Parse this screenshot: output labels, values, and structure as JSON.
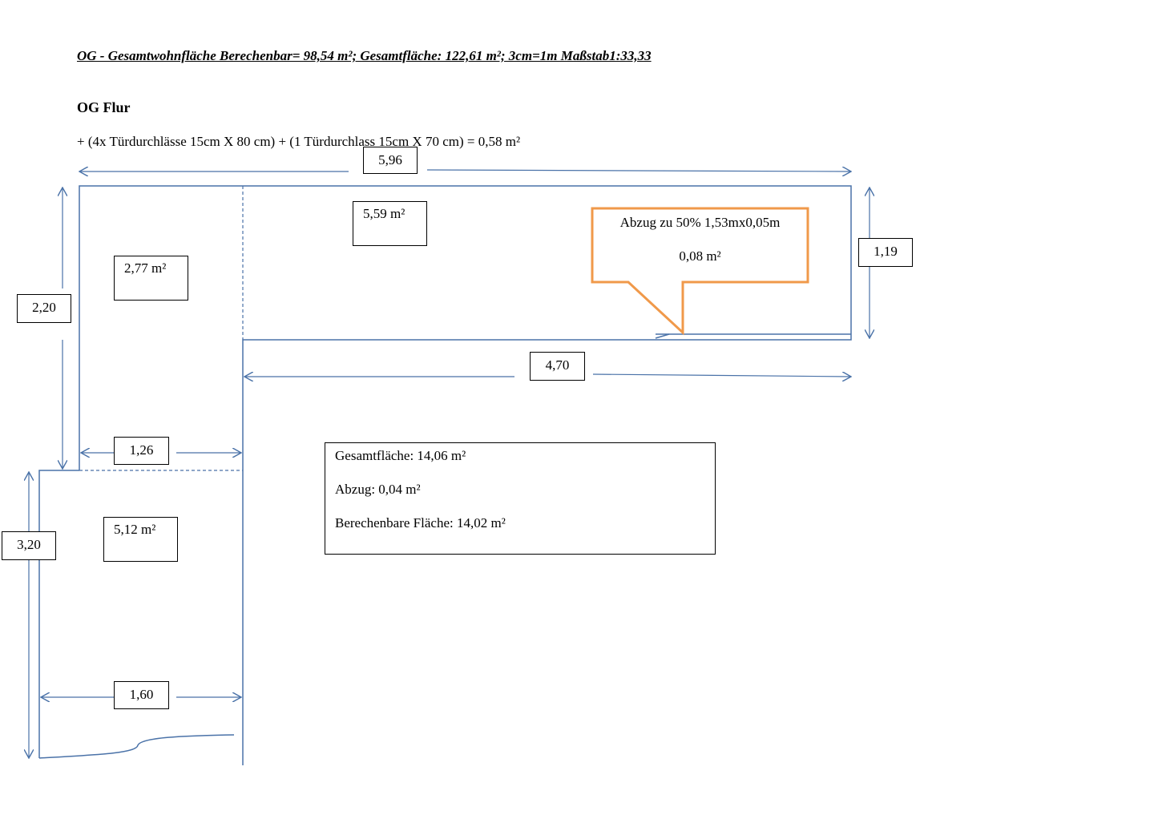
{
  "heading": "OG - Gesamtwohnfläche Berechenbar= 98,54 m²;  Gesamtfläche: 122,61 m²;  3cm=1m Maßstab1:33,33",
  "room_title": "OG Flur",
  "door_note": "+ (4x Türdurchlässe 15cm X 80 cm) + (1 Türdurchlass 15cm X 70 cm) = 0,58 m²",
  "dimensions": {
    "top_width": "5,96",
    "right_height": "1,19",
    "upper_left_height": "2,20",
    "corridor_length": "4,70",
    "upper_left_width": "1,26",
    "lower_left_height": "3,20",
    "lower_left_width": "1,60"
  },
  "areas": {
    "corridor": "5,59 m²",
    "upper_left": "2,77 m²",
    "lower_left": "5,12 m²"
  },
  "callout": {
    "line1": "Abzug zu 50% 1,53mx0,05m",
    "line2": "0,08 m²"
  },
  "summary": {
    "total": "Gesamtfläche: 14,06 m²",
    "deduction": "Abzug: 0,04 m²",
    "calculable": "Berechenbare Fläche: 14,02 m²"
  },
  "colors": {
    "plan_line": "#4a72a8",
    "callout_border": "#f0994a"
  }
}
